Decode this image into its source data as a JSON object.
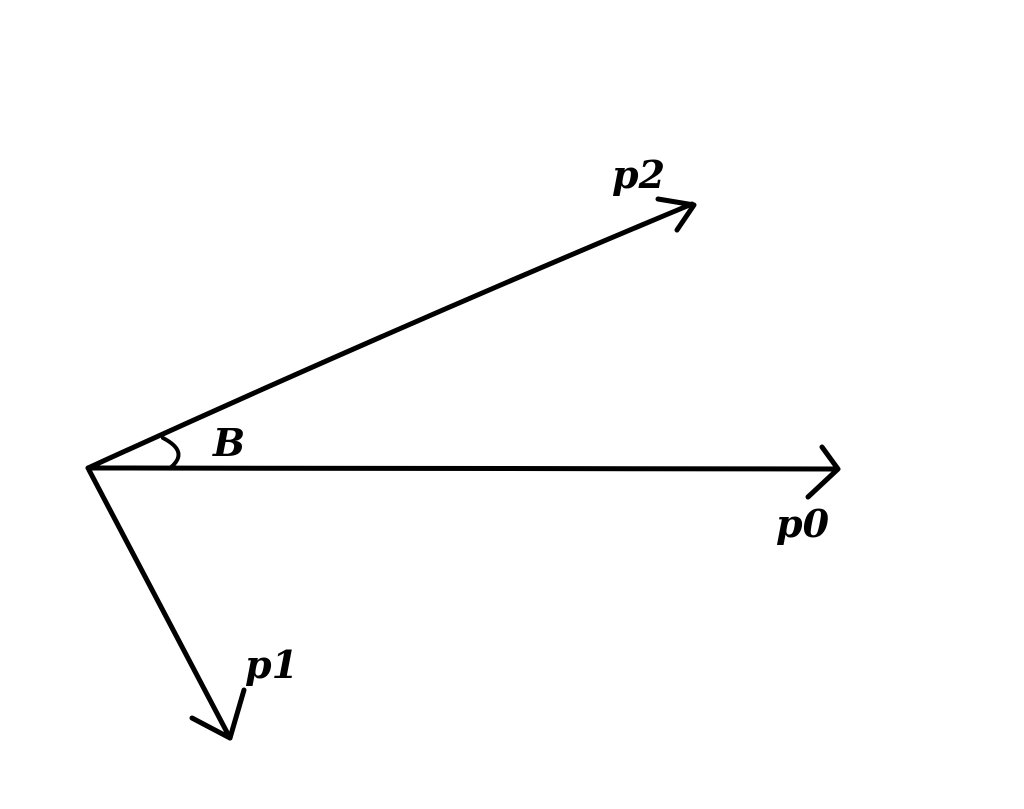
{
  "colors": {
    "stroke": "#000000",
    "text": "#000000",
    "background": "#ffffff"
  },
  "vectors": [
    {
      "id": "p2",
      "label": "p2"
    },
    {
      "id": "p0",
      "label": "p0"
    },
    {
      "id": "p1",
      "label": "p1"
    }
  ],
  "angle": {
    "label": "B",
    "between": [
      "p0",
      "p2"
    ]
  }
}
